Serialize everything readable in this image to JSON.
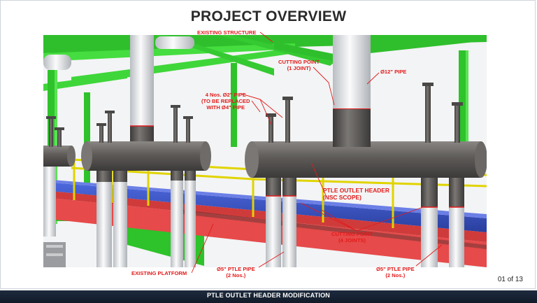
{
  "slide": {
    "title": "PROJECT OVERVIEW",
    "page_indicator": "01 of 13",
    "footer": "PTLE OUTLET HEADER MODIFICATION"
  },
  "labels": {
    "existing_structure": "EXISTING STRUCTURE",
    "cutting_point_1_line1": "CUTTING POINT",
    "cutting_point_1_line2": "(1 JOINT)",
    "pipe_12": "Ø12\" PIPE",
    "pipe_2_line1": "4 Nos. Ø2\" PIPE",
    "pipe_2_line2": "(TO BE REPLACED",
    "pipe_2_line3": "WITH Ø4\" PIPE",
    "header_line1": "PTLE OUTLET HEADER",
    "header_line2": "(NSC SCOPE)",
    "cutting_point_4_line1": "CUTTING POINT",
    "cutting_point_4_line2": "(4 JOINTS)",
    "existing_platform": "EXISTING PLATFORM",
    "ptle_pipe_left_line1": "Ø5\" PTLE PIPE",
    "ptle_pipe_left_line2": "(2 Nos.)",
    "ptle_pipe_right_line1": "Ø5\" PTLE PIPE",
    "ptle_pipe_right_line2": "(2 Nos.)"
  },
  "colors": {
    "structure_green": "#3fd63a",
    "railing_yellow": "#f2e600",
    "platform_red": "#e64a4a",
    "beam_blue": "#3b55c9",
    "pipe_dark": "#5d5a58",
    "pipe_white": "#e9ebee",
    "label_red": "#e21b1b",
    "footer_navy": "#1a2536"
  }
}
